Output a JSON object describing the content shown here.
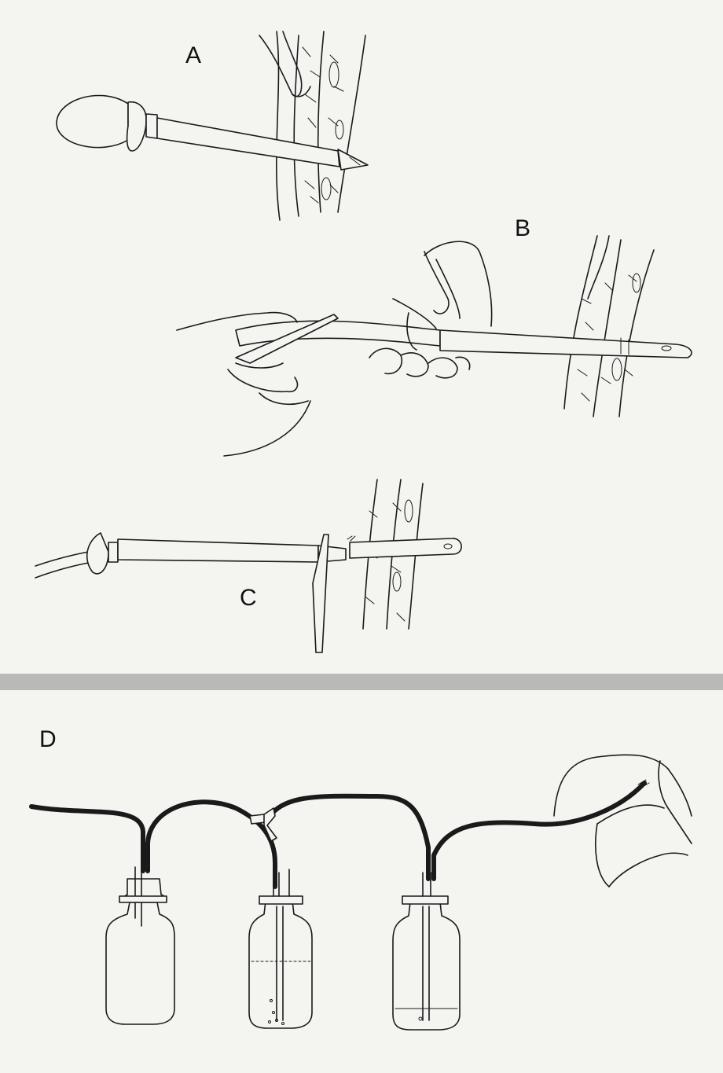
{
  "labels": {
    "a": "A",
    "b": "B",
    "c": "C",
    "d": "D"
  },
  "colors": {
    "paper": "#f4f4f1",
    "background": "#b9b9b7",
    "ink": "#1a1a1a"
  }
}
